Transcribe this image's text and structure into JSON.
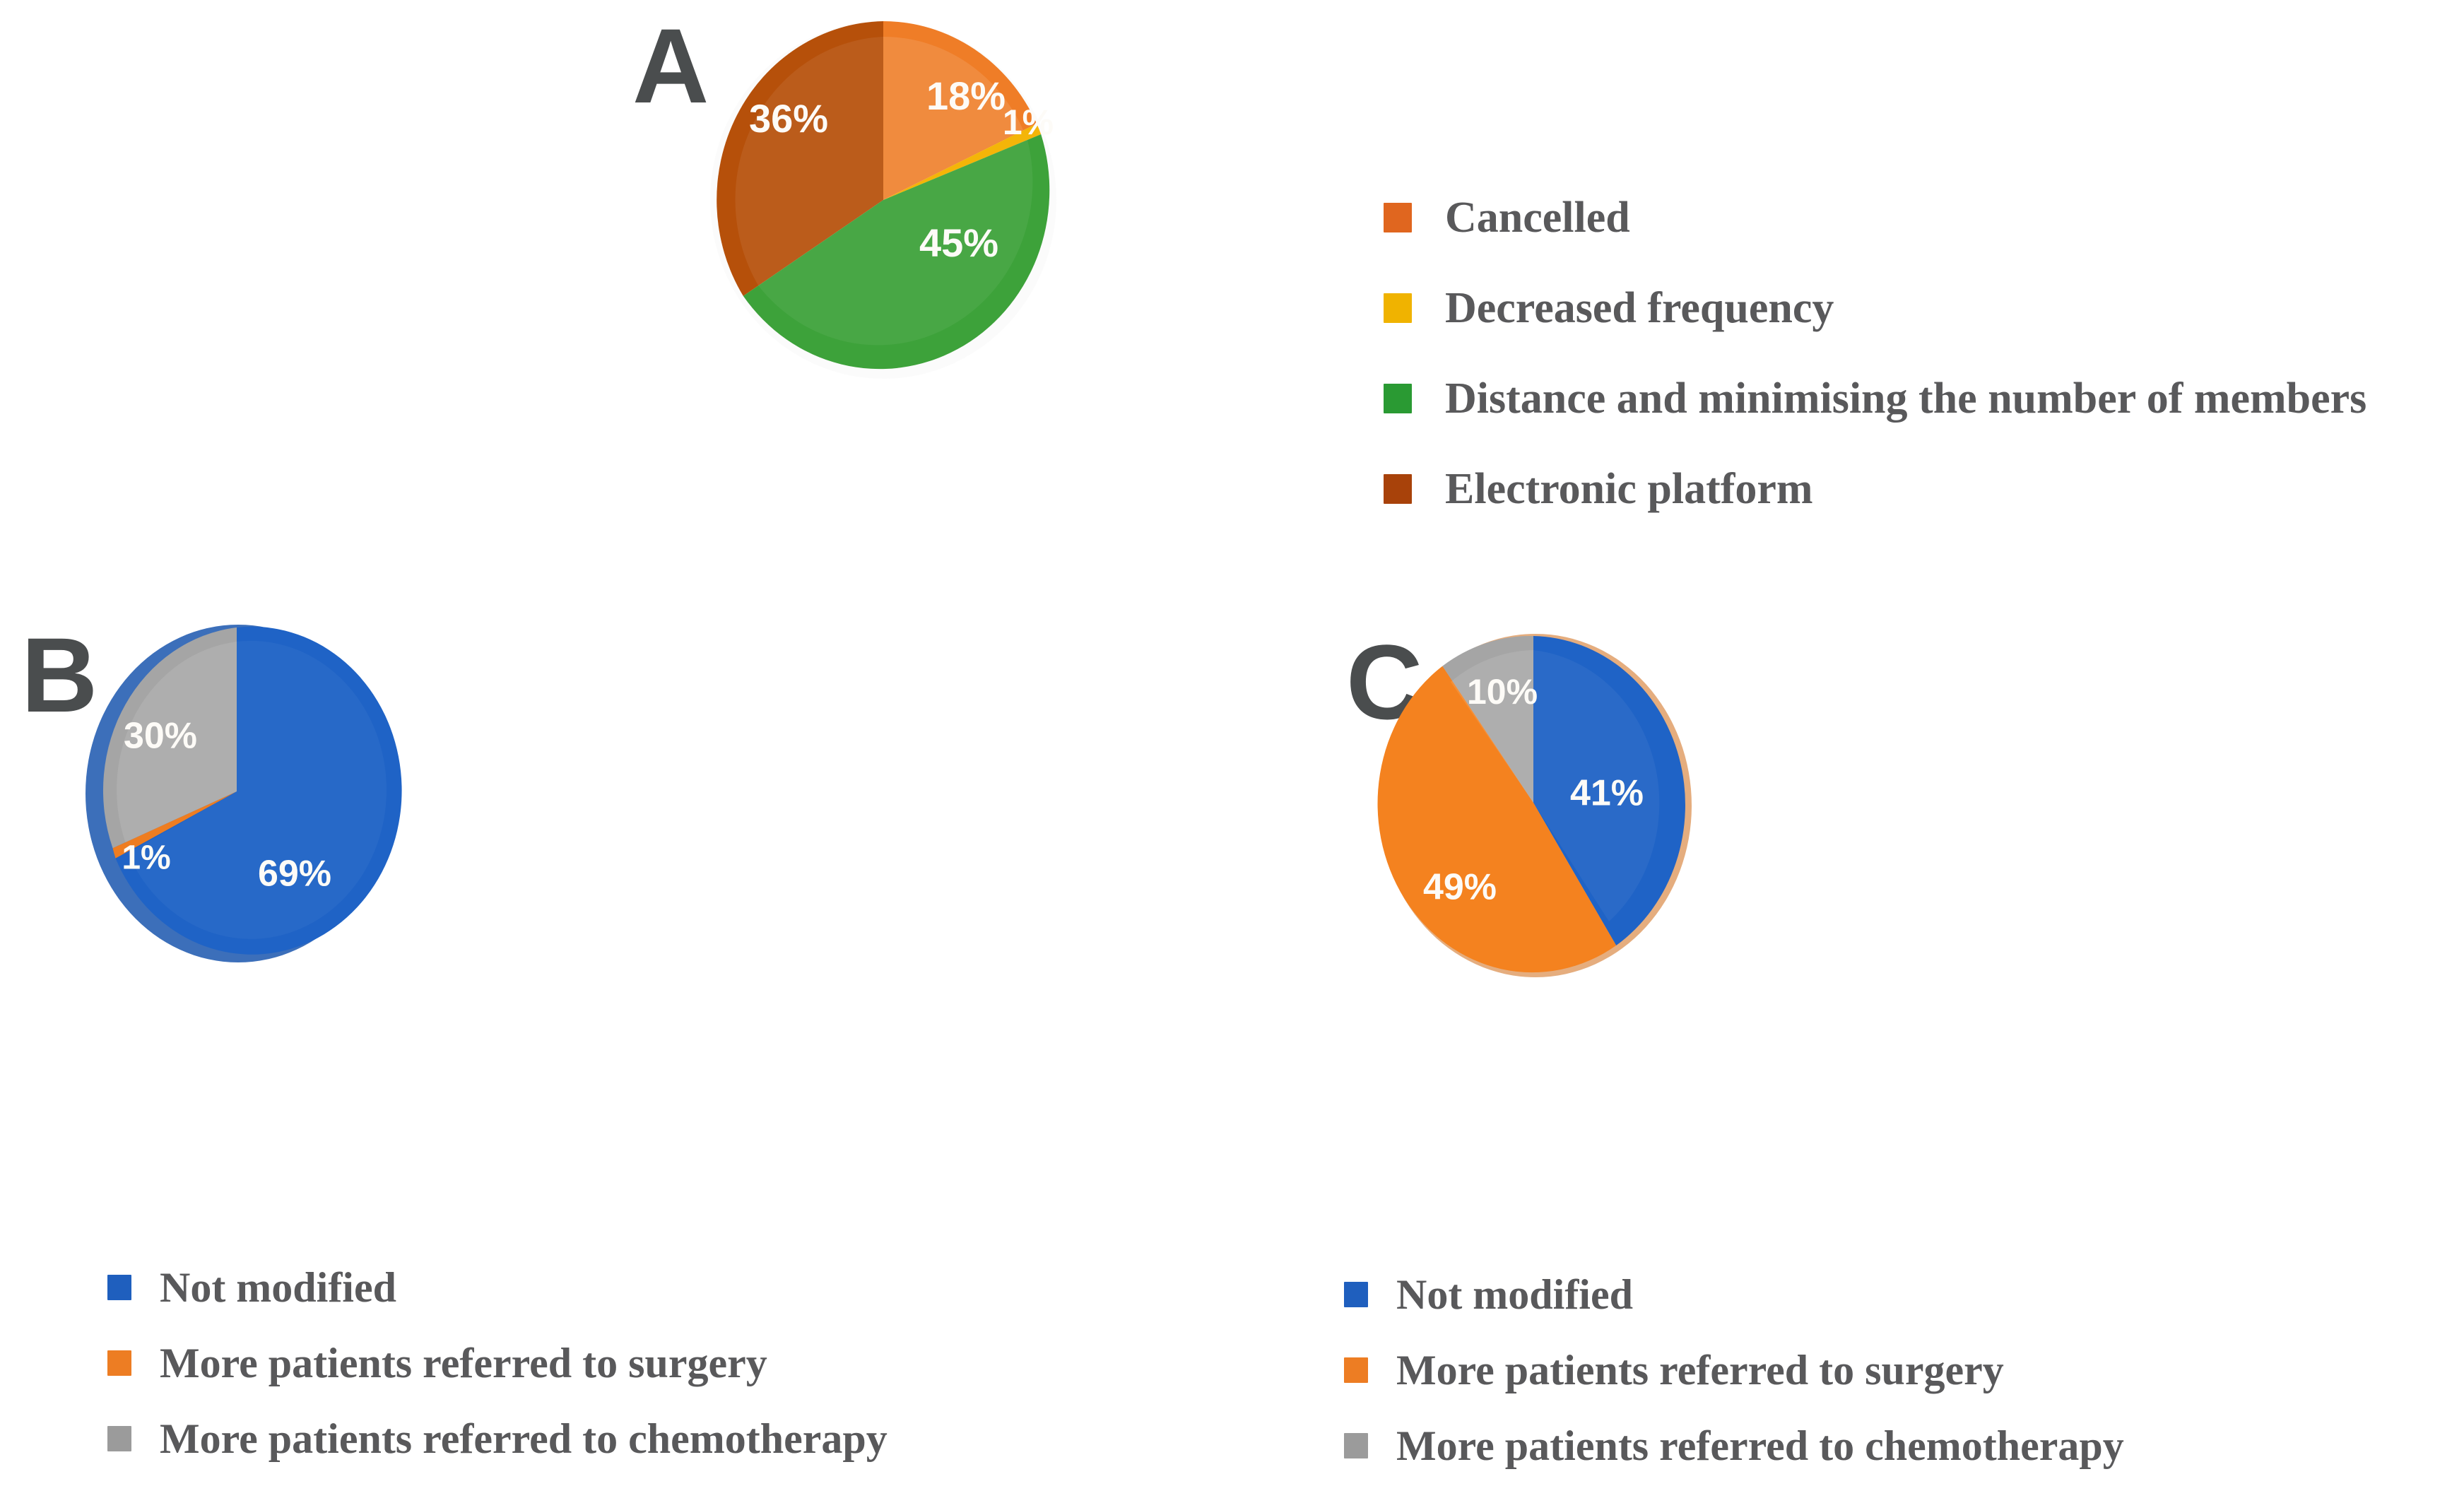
{
  "figure": {
    "background": "#ffffff",
    "label_color": "#4a4d4e",
    "legend_text_color": "#59595b"
  },
  "panels": {
    "a": {
      "letter": "A"
    },
    "b": {
      "letter": "B"
    },
    "c": {
      "letter": "C"
    }
  },
  "chart_data": [
    {
      "type": "pie",
      "panel": "A",
      "title": "",
      "categories": [
        "Cancelled",
        "Decreased frequency",
        "Distance and minimising the number of members",
        "Electronic platform"
      ],
      "values": [
        18,
        1,
        45,
        36
      ],
      "labels": [
        "18%",
        "1%",
        "45%",
        "36%"
      ],
      "colors": [
        "#ef7d27",
        "#f4b508",
        "#3da23a",
        "#b6500a"
      ],
      "shadow_colors": [
        "#e06f1d",
        "#dfa406",
        "#2f9030",
        "#a54207"
      ],
      "start_angle_deg": 0,
      "direction": "clockwise",
      "legend_position": "right",
      "units": "%"
    },
    {
      "type": "pie",
      "panel": "B",
      "title": "",
      "categories": [
        "Not modified",
        "More patients referred to surgery",
        "More patients referred to chemotherapy"
      ],
      "values": [
        69,
        1,
        30
      ],
      "labels": [
        "69%",
        "1%",
        "30%"
      ],
      "colors": [
        "#1f63c6",
        "#ee7d21",
        "#a5a5a5"
      ],
      "shadow_colors": [
        "#1a56ae",
        "#dd6f17",
        "#949494"
      ],
      "start_angle_deg": 0,
      "direction": "clockwise",
      "legend_position": "bottom",
      "units": "%"
    },
    {
      "type": "pie",
      "panel": "C",
      "title": "",
      "categories": [
        "Not modified",
        "More patients referred to surgery",
        "More patients referred to chemotherapy"
      ],
      "values": [
        41,
        49,
        10
      ],
      "labels": [
        "41%",
        "49%",
        "10%"
      ],
      "colors": [
        "#1f63c6",
        "#f4821f",
        "#a5a5a5"
      ],
      "shadow_colors": [
        "#1a56ae",
        "#e3741a",
        "#949494"
      ],
      "start_angle_deg": 0,
      "direction": "clockwise",
      "legend_position": "bottom",
      "units": "%"
    }
  ],
  "legend_a": {
    "items": [
      {
        "label": "Cancelled",
        "color": "#e0661f"
      },
      {
        "label": "Decreased frequency",
        "color": "#f0b300"
      },
      {
        "label": "Distance and minimising the number of members",
        "color": "#2a9a33"
      },
      {
        "label": "Electronic platform",
        "color": "#a8420a"
      }
    ]
  },
  "legend_b": {
    "items": [
      {
        "label": "Not modified",
        "color": "#1f5fbe"
      },
      {
        "label": "More patients referred to surgery",
        "color": "#ed7d23"
      },
      {
        "label": "More patients referred to chemotherapy",
        "color": "#9b9b9b"
      }
    ]
  },
  "legend_c": {
    "items": [
      {
        "label": "Not modified",
        "color": "#1f5fbe"
      },
      {
        "label": "More patients referred to surgery",
        "color": "#ed7d23"
      },
      {
        "label": "More patients referred to chemotherapy",
        "color": "#9b9b9b"
      }
    ]
  }
}
